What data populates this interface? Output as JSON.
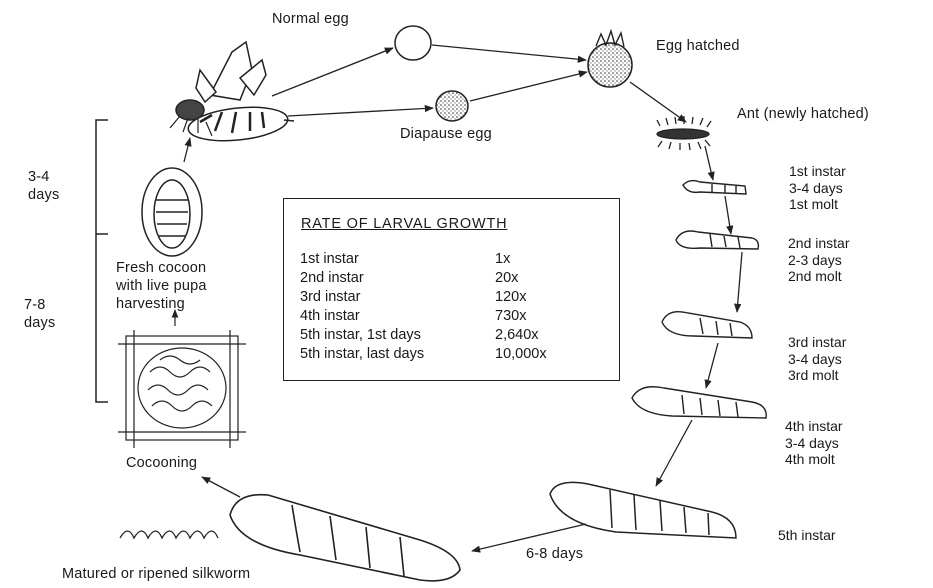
{
  "labels": {
    "normal_egg": "Normal egg",
    "egg_hatched": "Egg hatched",
    "diapause_egg": "Diapause egg",
    "ant": "Ant (newly hatched)",
    "fresh_cocoon": [
      "Fresh cocoon",
      "with live pupa",
      "harvesting"
    ],
    "cocooning": "Cocooning",
    "matured": "Matured or ripened silkworm",
    "days_5th": "6-8 days",
    "days_a": [
      "3-4",
      "days"
    ],
    "days_b": [
      "7-8",
      "days"
    ]
  },
  "stages": [
    {
      "lines": [
        "1st instar",
        "3-4 days",
        "1st molt"
      ]
    },
    {
      "lines": [
        "2nd instar",
        "2-3 days",
        "2nd molt"
      ]
    },
    {
      "lines": [
        "3rd instar",
        "3-4 days",
        "3rd molt"
      ]
    },
    {
      "lines": [
        "4th instar",
        "3-4 days",
        "4th molt"
      ]
    },
    {
      "lines": [
        "5th instar"
      ]
    }
  ],
  "growth_table": {
    "title": "RATE  OF  LARVAL  GROWTH",
    "rows": [
      {
        "stage": "1st instar",
        "rate": "1x"
      },
      {
        "stage": "2nd instar",
        "rate": "20x"
      },
      {
        "stage": "3rd instar",
        "rate": "120x"
      },
      {
        "stage": "4th instar",
        "rate": "730x"
      },
      {
        "stage": "5th  instar,  1st days",
        "rate": "2,640x"
      },
      {
        "stage": "5th  instar,   last days",
        "rate": "10,000x"
      }
    ]
  }
}
